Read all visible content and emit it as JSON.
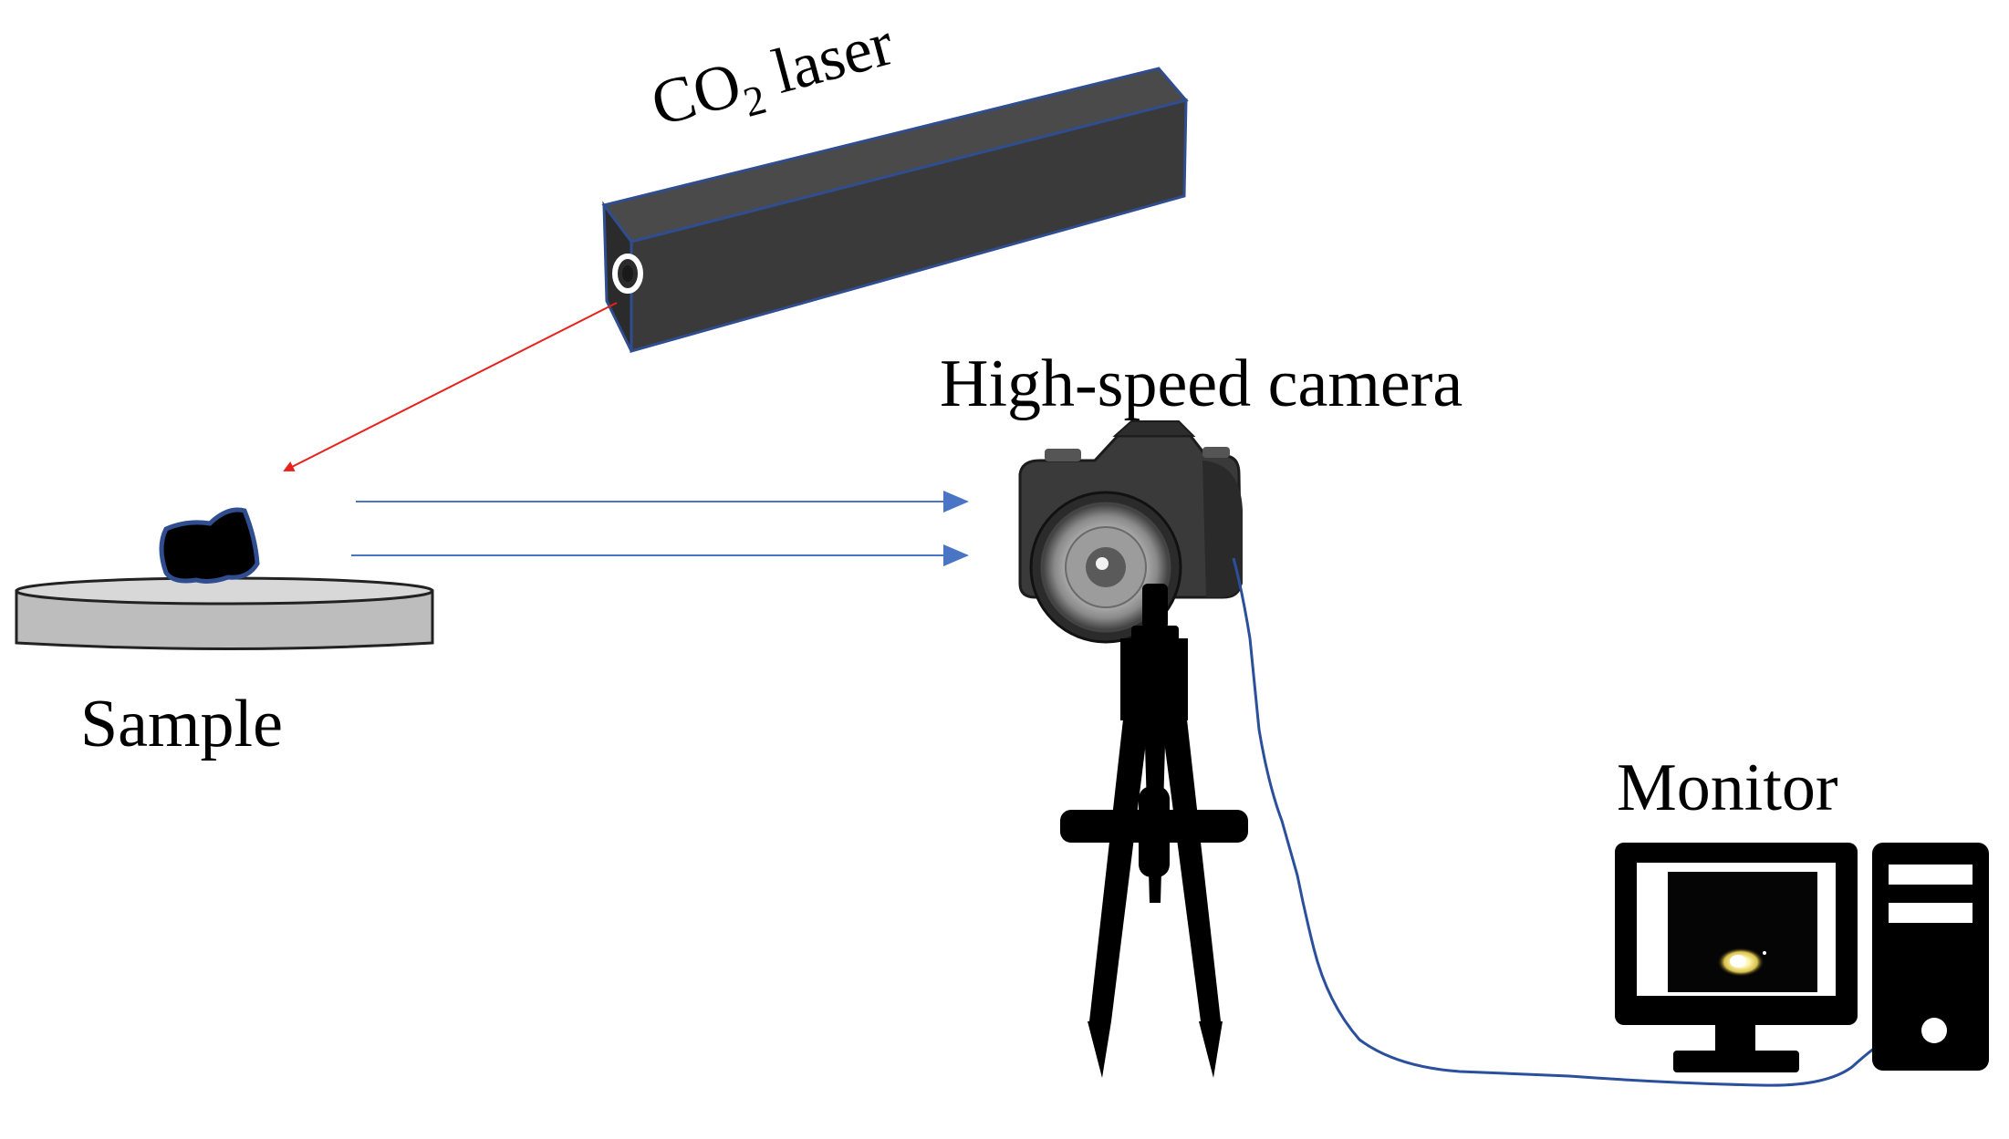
{
  "labels": {
    "laser_prefix": "CO",
    "laser_subscript": "2",
    "laser_suffix": " laser",
    "camera": "High-speed camera",
    "sample": "Sample",
    "monitor": "Monitor"
  },
  "colors": {
    "laser_body": "#3a3a3a",
    "laser_edge": "#2f4d8f",
    "laser_beam": "#e8211c",
    "light_path": "#4a74c4",
    "cable": "#2a4f9c",
    "stage_top": "#d8d8d8",
    "stage_side": "#bdbdbd",
    "silhouette": "#000000",
    "screen_frame": "#ffffff"
  },
  "icons": {
    "laser": "laser-box-icon",
    "camera": "dslr-camera-icon",
    "tripod": "tripod-icon",
    "computer": "desktop-computer-icon",
    "sample": "sample-rock-icon"
  }
}
